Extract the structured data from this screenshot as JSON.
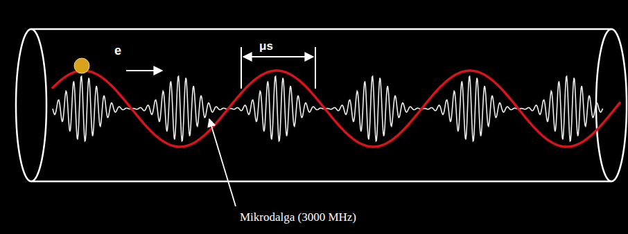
{
  "diagram": {
    "labels": [
      "e",
      "μs",
      "Mikrodalga (3000 MHz)"
    ]
  }
}
